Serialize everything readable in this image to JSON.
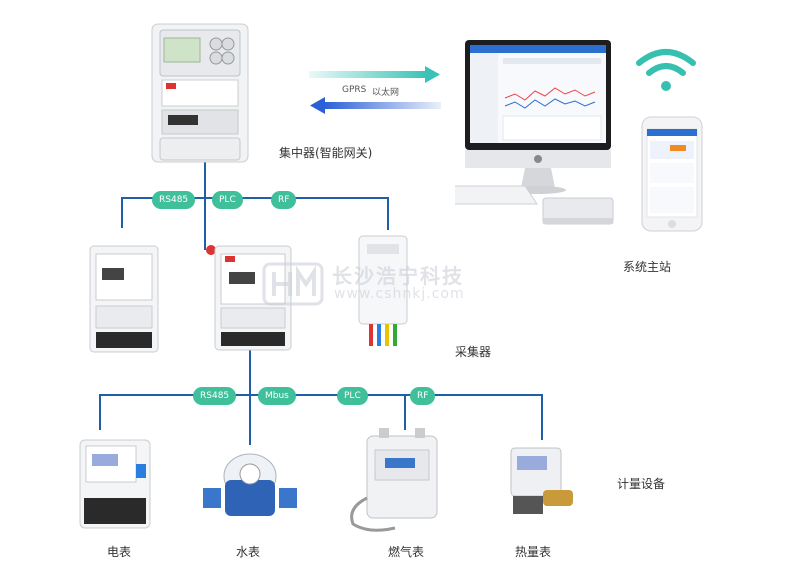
{
  "concentrator": {
    "label": "集中器(智能网关)",
    "protocols": [
      "RS485",
      "PLC",
      "RF"
    ]
  },
  "uplink": {
    "label_gprs": "GPRS",
    "label_ethernet": "以太网"
  },
  "master_station": {
    "label": "系统主站"
  },
  "collector": {
    "label": "采集器",
    "protocols": [
      "RS485",
      "Mbus",
      "PLC",
      "RF"
    ]
  },
  "metering": {
    "label": "计量设备",
    "devices": [
      "电表",
      "水表",
      "燃气表",
      "热量表"
    ]
  },
  "watermark": {
    "name": "长沙浩宁科技",
    "url": "www.cshnkj.com"
  },
  "colors": {
    "wire": "#1f5fa8",
    "protocol_badge": "#3fbf9a",
    "arrow_up": "#38c3b6",
    "arrow_down": "#2a5fd6"
  }
}
